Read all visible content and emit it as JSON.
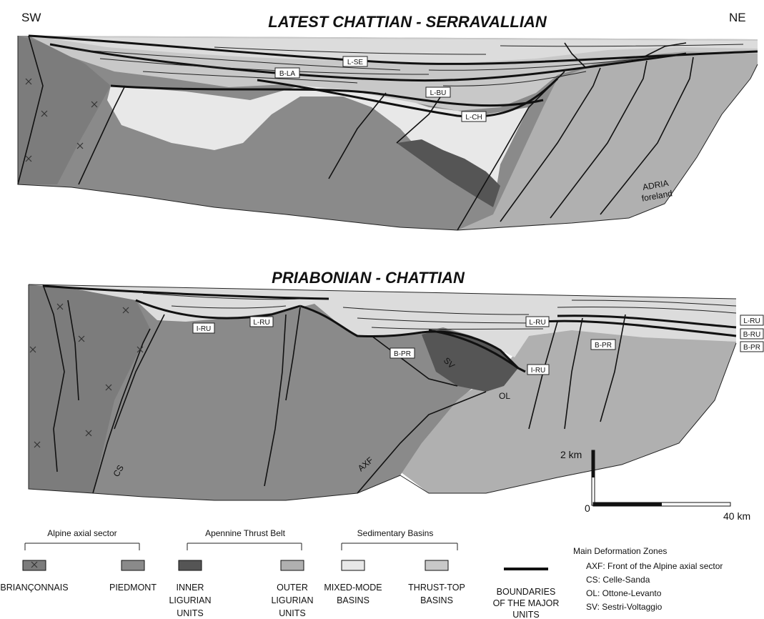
{
  "top_section": {
    "title": "LATEST CHATTIAN - SERRAVALLIAN",
    "left_label": "SW",
    "right_label": "NE",
    "unit_labels": [
      "L-SE",
      "B-LA",
      "L-BU",
      "L-CH"
    ],
    "foreland_label_1": "ADRIA",
    "foreland_label_2": "foreland"
  },
  "bottom_section": {
    "title": "PRIABONIAN - CHATTIAN",
    "unit_labels": [
      "I-RU",
      "L-RU",
      "L-RU",
      "B-PR",
      "B-PR",
      "I-RU"
    ],
    "right_labels": [
      "L-RU",
      "B-RU",
      "B-PR"
    ],
    "zone_labels": [
      "SV",
      "OL",
      "CS",
      "AXF"
    ]
  },
  "scale_bar": {
    "vertical_label": "2 km",
    "origin_label": "0",
    "horizontal_label": "40 km"
  },
  "legend": {
    "groups": [
      {
        "title": "Alpine axial sector"
      },
      {
        "title": "Apennine Thrust Belt"
      },
      {
        "title": "Sedimentary Basins"
      }
    ],
    "items": [
      {
        "lines": [
          "BRIANÇONNAIS"
        ],
        "color": "#7c7c7c"
      },
      {
        "lines": [
          "PIEDMONT"
        ],
        "color": "#8a8a8a"
      },
      {
        "lines": [
          "INNER",
          "LIGURIAN",
          "UNITS"
        ],
        "color": "#555555"
      },
      {
        "lines": [
          "OUTER",
          "LIGURIAN",
          "UNITS"
        ],
        "color": "#b0b0b0"
      },
      {
        "lines": [
          "MIXED-MODE",
          "BASINS"
        ],
        "color": "#e8e8e8"
      },
      {
        "lines": [
          "THRUST-TOP",
          "BASINS"
        ],
        "color": "#c8c8c8"
      },
      {
        "lines": [
          "BOUNDARIES",
          "OF THE MAJOR",
          "UNITS"
        ],
        "color": "#111111"
      }
    ],
    "zones_title": "Main Deformation Zones",
    "zones": [
      "AXF: Front of the Alpine axial sector",
      "CS: Celle-Sanda",
      "OL: Ottone-Levanto",
      "SV: Sestri-Voltaggio"
    ]
  }
}
